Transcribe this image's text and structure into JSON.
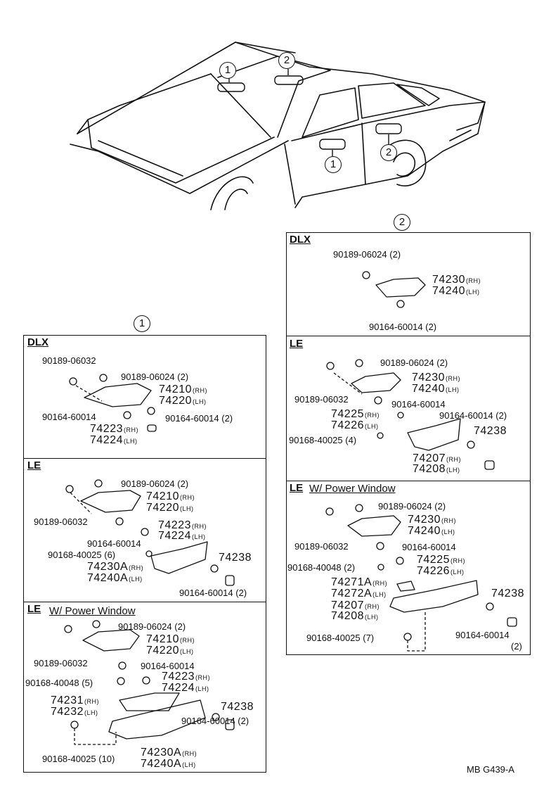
{
  "callouts": {
    "one": "1",
    "two": "2"
  },
  "footer": {
    "code": "MB  G439-A"
  },
  "panel1": {
    "callout": "1",
    "dlx": {
      "title": "DLX",
      "p1": "90189-06032",
      "p2": "90189-06024 (2)",
      "p3": "74210",
      "p3s": "(RH)",
      "p4": "74220",
      "p4s": "(LH)",
      "p5": "90164-60014",
      "p6": "90164-60014 (2)",
      "p7": "74223",
      "p7s": "(RH)",
      "p8": "74224",
      "p8s": "(LH)"
    },
    "le": {
      "title": "LE",
      "p1": "90189-06024 (2)",
      "p2": "74210",
      "p2s": "(RH)",
      "p3": "74220",
      "p3s": "(LH)",
      "p4": "90189-06032",
      "p5": "74223",
      "p5s": "(RH)",
      "p6": "90164-60014",
      "p7": "74224",
      "p7s": "(LH)",
      "p8": "90168-40025 (6)",
      "p9": "74238",
      "p10": "74230A",
      "p10s": "(RH)",
      "p11": "74240A",
      "p11s": "(LH)",
      "p12": "90164-60014 (2)"
    },
    "lepw": {
      "title": "LE",
      "subtitle": "W/ Power Window",
      "p1": "90189-06024 (2)",
      "p2": "74210",
      "p2s": "(RH)",
      "p3": "74220",
      "p3s": "(LH)",
      "p4": "90189-06032",
      "p5": "90164-60014",
      "p6": "74223",
      "p6s": "(RH)",
      "p7": "90168-40048 (5)",
      "p8": "74224",
      "p8s": "(LH)",
      "p9": "74231",
      "p9s": "(RH)",
      "p10": "74232",
      "p10s": "(LH)",
      "p11": "74238",
      "p12": "90164-60014 (2)",
      "p13": "90168-40025 (10)",
      "p14": "74230A",
      "p14s": "(RH)",
      "p15": "74240A",
      "p15s": "(LH)"
    }
  },
  "panel2": {
    "callout": "2",
    "dlx": {
      "title": "DLX",
      "p1": "90189-06024 (2)",
      "p2": "74230",
      "p2s": "(RH)",
      "p3": "74240",
      "p3s": "(LH)",
      "p4": "90164-60014 (2)"
    },
    "le": {
      "title": "LE",
      "p1": "90189-06024 (2)",
      "p2": "74230",
      "p2s": "(RH)",
      "p3": "74240",
      "p3s": "(LH)",
      "p4": "90189-06032",
      "p5": "90164-60014",
      "p6": "74225",
      "p6s": "(RH)",
      "p7": "90164-60014 (2)",
      "p8": "74226",
      "p8s": "(LH)",
      "p9": "74238",
      "p10": "90168-40025 (4)",
      "p11": "74207",
      "p11s": "(RH)",
      "p12": "74208",
      "p12s": "(LH)"
    },
    "lepw": {
      "title": "LE",
      "subtitle": "W/ Power Window",
      "p1": "90189-06024 (2)",
      "p2": "74230",
      "p2s": "(RH)",
      "p3": "74240",
      "p3s": "(LH)",
      "p4": "90189-06032",
      "p5": "90164-60014",
      "p6": "90168-40048 (2)",
      "p7": "74225",
      "p7s": "(RH)",
      "p8": "74226",
      "p8s": "(LH)",
      "p9": "74271A",
      "p9s": "(RH)",
      "p10": "74238",
      "p11": "74272A",
      "p11s": "(LH)",
      "p12": "74207",
      "p12s": "(RH)",
      "p13": "74208",
      "p13s": "(LH)",
      "p14": "90164-60014",
      "p15": "90168-40025 (7)",
      "p16": "(2)"
    }
  }
}
